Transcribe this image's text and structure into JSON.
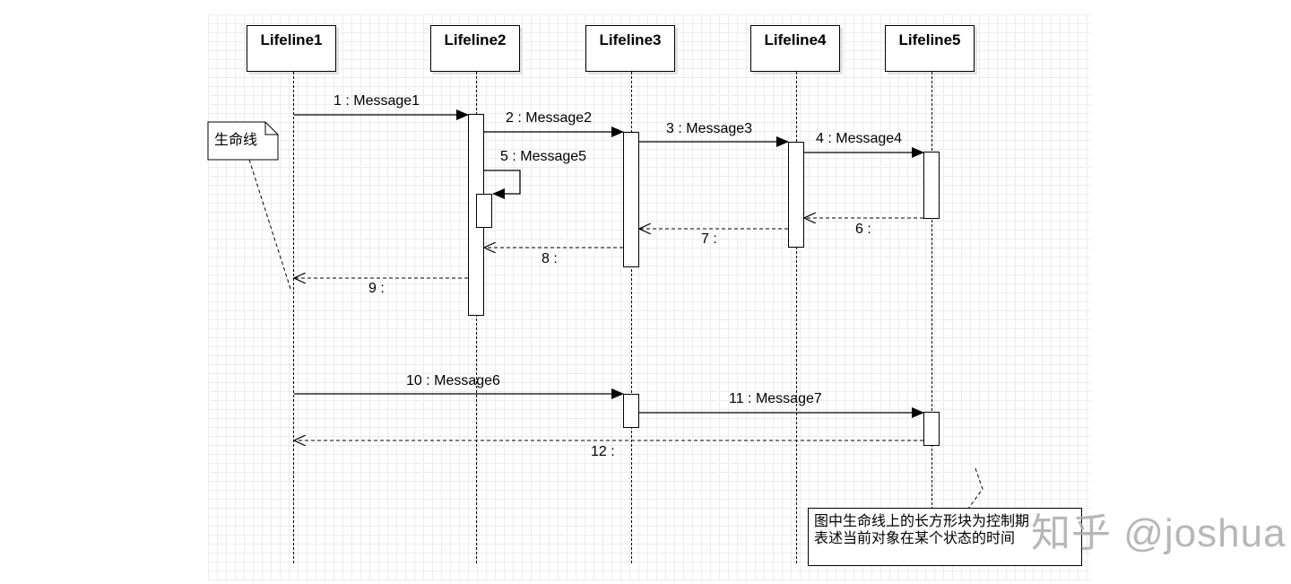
{
  "lifelines": [
    {
      "name": "Lifeline1"
    },
    {
      "name": "Lifeline2"
    },
    {
      "name": "Lifeline3"
    },
    {
      "name": "Lifeline4"
    },
    {
      "name": "Lifeline5"
    }
  ],
  "messages": [
    {
      "label": "1 : Message1",
      "from": "Lifeline1",
      "to": "Lifeline2",
      "kind": "sync"
    },
    {
      "label": "2 : Message2",
      "from": "Lifeline2",
      "to": "Lifeline3",
      "kind": "sync"
    },
    {
      "label": "3 : Message3",
      "from": "Lifeline3",
      "to": "Lifeline4",
      "kind": "sync"
    },
    {
      "label": "4 : Message4",
      "from": "Lifeline4",
      "to": "Lifeline5",
      "kind": "sync"
    },
    {
      "label": "5 : Message5",
      "from": "Lifeline2",
      "to": "Lifeline2",
      "kind": "self"
    },
    {
      "label": "6 :",
      "from": "Lifeline5",
      "to": "Lifeline4",
      "kind": "return"
    },
    {
      "label": "7 :",
      "from": "Lifeline4",
      "to": "Lifeline3",
      "kind": "return"
    },
    {
      "label": "8 :",
      "from": "Lifeline3",
      "to": "Lifeline2",
      "kind": "return"
    },
    {
      "label": "9 :",
      "from": "Lifeline2",
      "to": "Lifeline1",
      "kind": "return"
    },
    {
      "label": "10 : Message6",
      "from": "Lifeline1",
      "to": "Lifeline3",
      "kind": "sync"
    },
    {
      "label": "11 : Message7",
      "from": "Lifeline3",
      "to": "Lifeline5",
      "kind": "sync"
    },
    {
      "label": "12 :",
      "from": "Lifeline5",
      "to": "Lifeline1",
      "kind": "return"
    }
  ],
  "notes": {
    "lifeline_note": "生命线",
    "activation_note_line1": "图中生命线上的长方形块为控制期",
    "activation_note_line2": "表述当前对象在某个状态的时间"
  },
  "watermark": "知乎 @joshua"
}
